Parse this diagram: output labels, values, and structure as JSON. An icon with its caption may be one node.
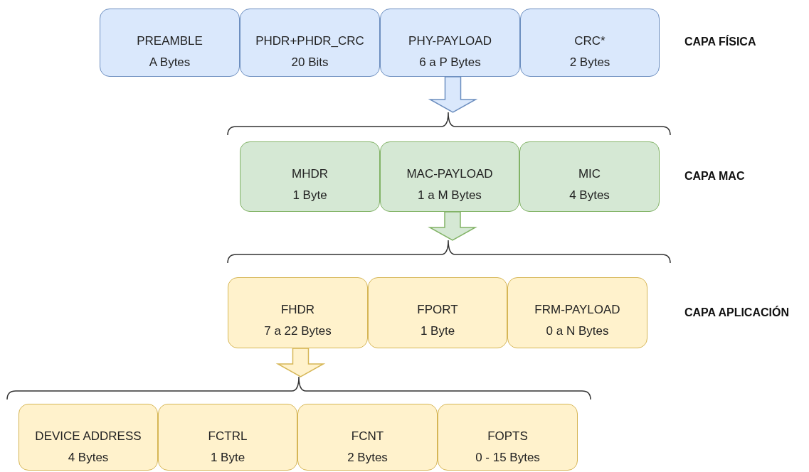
{
  "diagram": {
    "nodes": [
      {
        "text": [
          "PREAMBLE",
          "A Bytes"
        ]
      },
      {
        "text": [
          "PHDR+PHDR_CRC",
          "20 Bits"
        ]
      },
      {
        "text": [
          "PHY-PAYLOAD",
          "6 a P Bytes"
        ]
      },
      {
        "text": [
          "CRC*",
          "2 Bytes"
        ]
      },
      {
        "text": [
          "MHDR",
          "1 Byte"
        ]
      },
      {
        "text": [
          "MAC-PAYLOAD",
          "1 a M Bytes"
        ]
      },
      {
        "text": [
          "MIC",
          "4 Bytes"
        ]
      },
      {
        "text": [
          "FHDR",
          "7 a 22 Bytes"
        ]
      },
      {
        "text": [
          "FPORT",
          "1 Byte"
        ]
      },
      {
        "text": [
          "FRM-PAYLOAD",
          "0 a N Bytes"
        ]
      },
      {
        "text": [
          "DEVICE ADDRESS",
          "4 Bytes"
        ]
      },
      {
        "text": [
          "FCTRL",
          "1 Byte"
        ]
      },
      {
        "text": [
          "FCNT",
          "2 Bytes"
        ]
      },
      {
        "text": [
          "FOPTS",
          "0 - 15 Bytes"
        ]
      }
    ],
    "edges": [
      {
        "from": 2,
        "to": null,
        "arrow": "to",
        "color": "#dae8fc"
      },
      {
        "from": 5,
        "to": null,
        "arrow": "to",
        "color": "#d5e8d4"
      },
      {
        "from": 7,
        "to": null,
        "arrow": "to",
        "color": "#fff2cc"
      }
    ],
    "labels": [
      "CAPA FÍSICA",
      "CAPA MAC",
      "CAPA APLICACIÓN"
    ]
  }
}
